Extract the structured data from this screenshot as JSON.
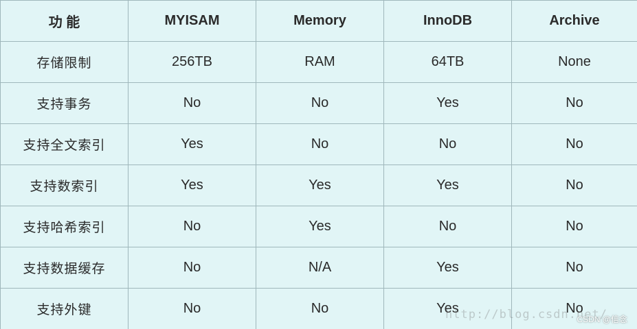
{
  "table": {
    "headers": [
      "功 能",
      "MYISAM",
      "Memory",
      "InnoDB",
      "Archive"
    ],
    "rows": [
      [
        "存储限制",
        "256TB",
        "RAM",
        "64TB",
        "None"
      ],
      [
        "支持事务",
        "No",
        "No",
        "Yes",
        "No"
      ],
      [
        "支持全文索引",
        "Yes",
        "No",
        "No",
        "No"
      ],
      [
        "支持数索引",
        "Yes",
        "Yes",
        "Yes",
        "No"
      ],
      [
        "支持哈希索引",
        "No",
        "Yes",
        "No",
        "No"
      ],
      [
        "支持数据缓存",
        "No",
        "N/A",
        "Yes",
        "No"
      ],
      [
        "支持外键",
        "No",
        "No",
        "Yes",
        "No"
      ]
    ]
  },
  "watermark": {
    "url": "http://blog.csdn.net/",
    "csdn": "CSDN @信念"
  },
  "colors": {
    "background": "#e1f5f6",
    "border": "#9fb7bb",
    "text": "#2a2a2a"
  }
}
